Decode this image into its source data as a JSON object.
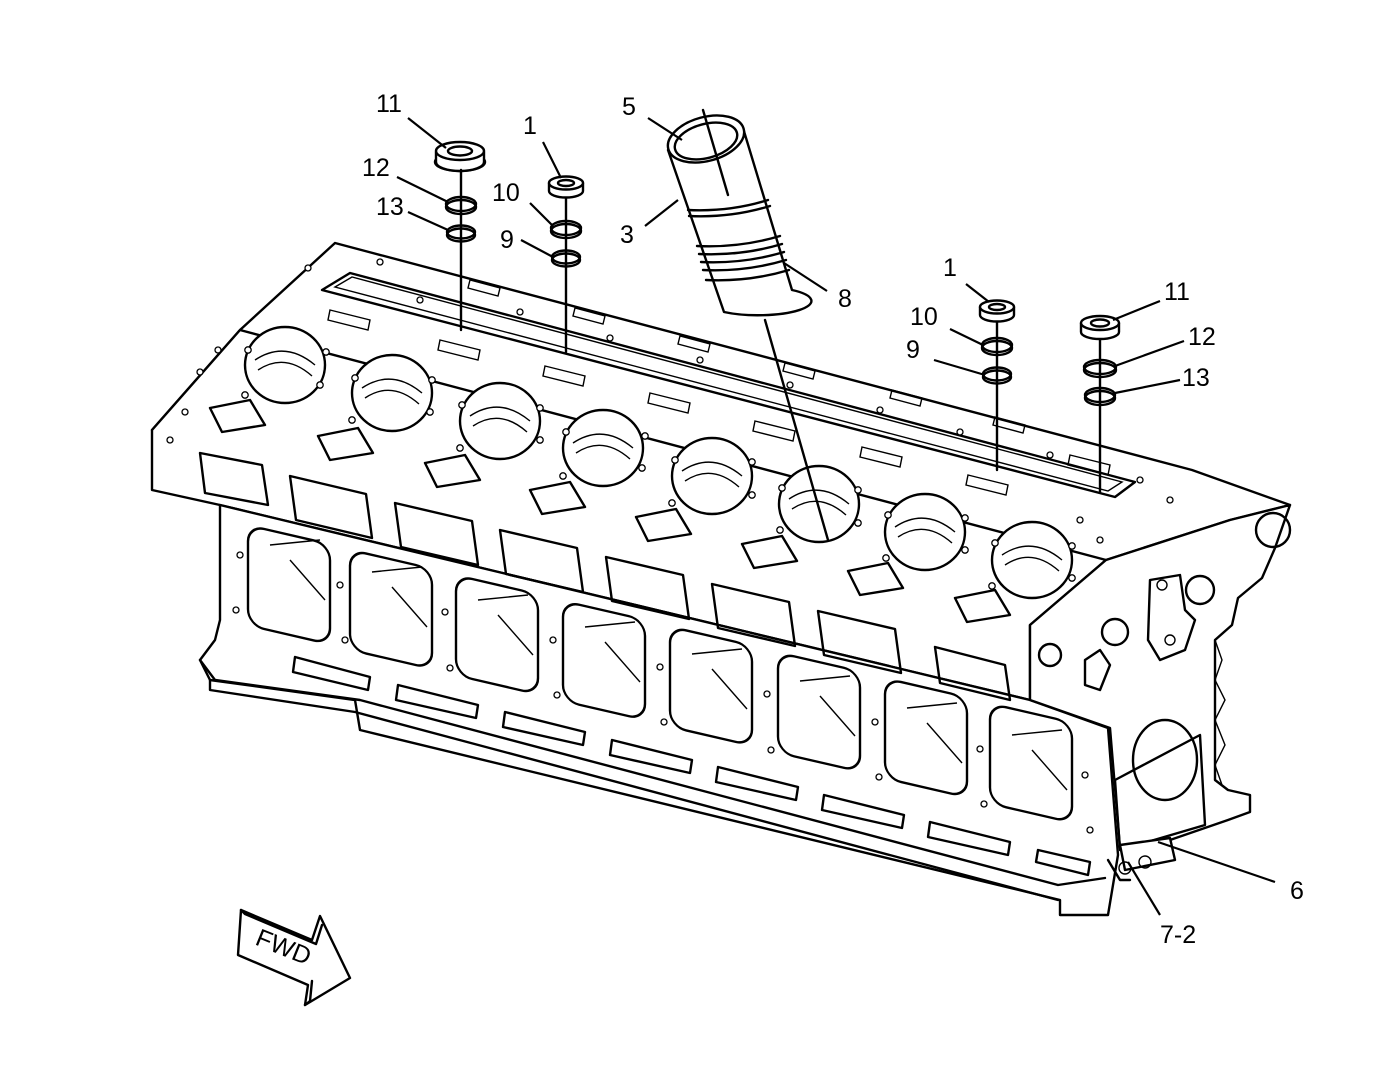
{
  "diagram": {
    "fwd_label": "FWD",
    "callouts": [
      {
        "id": "c11a",
        "label": "11"
      },
      {
        "id": "c12a",
        "label": "12"
      },
      {
        "id": "c13a",
        "label": "13"
      },
      {
        "id": "c1a",
        "label": "1"
      },
      {
        "id": "c10a",
        "label": "10"
      },
      {
        "id": "c9a",
        "label": "9"
      },
      {
        "id": "c5",
        "label": "5"
      },
      {
        "id": "c3",
        "label": "3"
      },
      {
        "id": "c8",
        "label": "8"
      },
      {
        "id": "c1b",
        "label": "1"
      },
      {
        "id": "c10b",
        "label": "10"
      },
      {
        "id": "c9b",
        "label": "9"
      },
      {
        "id": "c11b",
        "label": "11"
      },
      {
        "id": "c12b",
        "label": "12"
      },
      {
        "id": "c13b",
        "label": "13"
      },
      {
        "id": "c6",
        "label": "6"
      },
      {
        "id": "c7-2",
        "label": "7-2"
      }
    ]
  }
}
